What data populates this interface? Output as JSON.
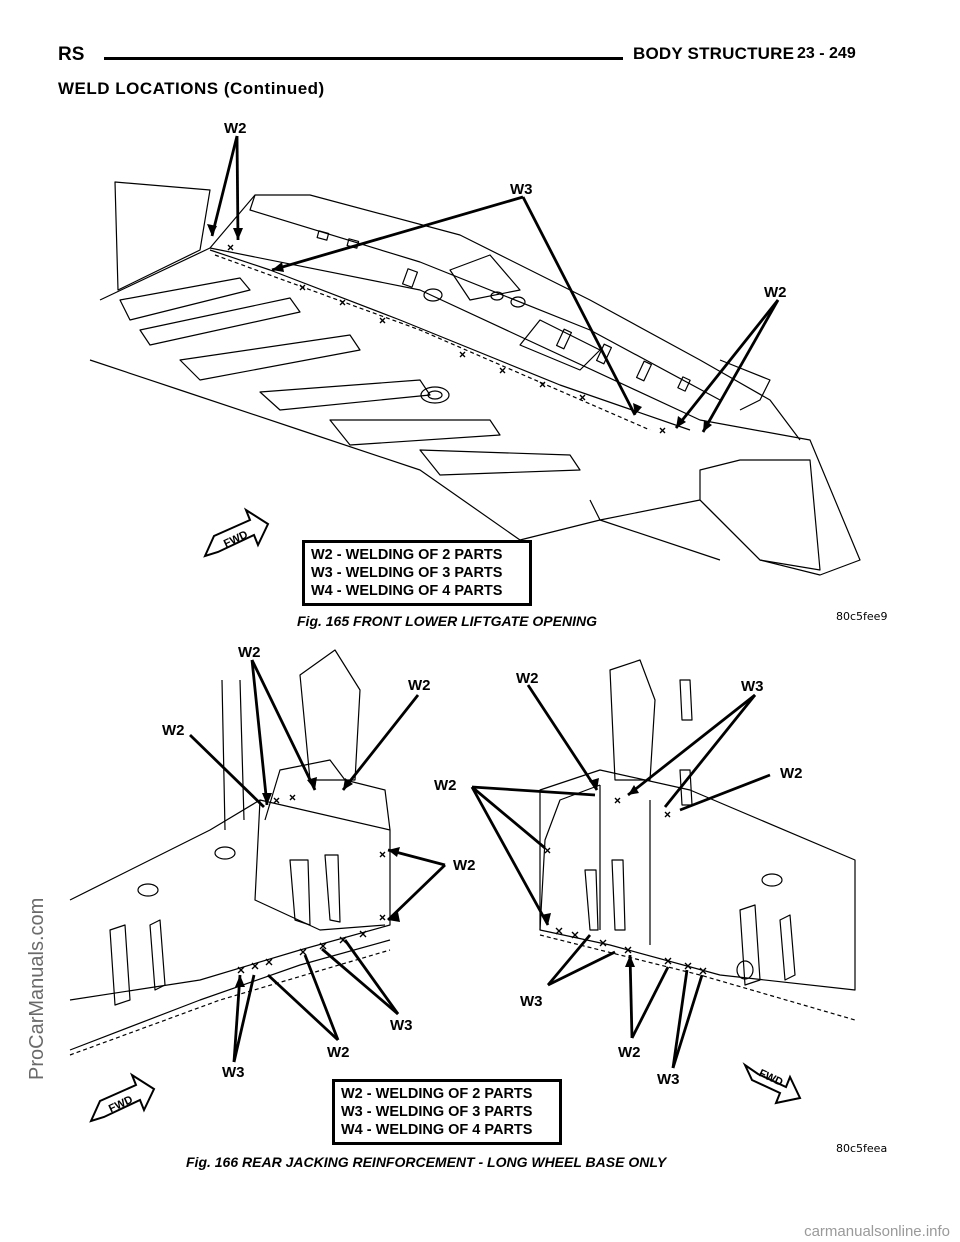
{
  "header": {
    "left": "RS",
    "title": "BODY STRUCTURE",
    "page": "23 - 249"
  },
  "section_title": "WELD LOCATIONS (Continued)",
  "sidebar_watermark": "ProCarManuals.com",
  "figures": [
    {
      "caption": "Fig. 165 FRONT LOWER LIFTGATE OPENING",
      "figure_id": "80c5fee9",
      "callouts": [
        "W2",
        "W3",
        "W2"
      ],
      "fwd_label": "FWD",
      "legend": [
        "W2 - WELDING OF 2 PARTS",
        "W3 - WELDING OF 3 PARTS",
        "W4 - WELDING OF 4 PARTS"
      ]
    },
    {
      "caption": "Fig. 166 REAR JACKING REINFORCEMENT - LONG WHEEL BASE ONLY",
      "figure_id": "80c5feea",
      "callouts": [
        "W2",
        "W2",
        "W2",
        "W2",
        "W3",
        "W2",
        "W3",
        "W2",
        "W3",
        "W2",
        "W2",
        "W3",
        "W2",
        "W3"
      ],
      "fwd_label": "FWD",
      "legend": [
        "W2 - WELDING OF 2 PARTS",
        "W3 - WELDING OF 3 PARTS",
        "W4 - WELDING OF 4 PARTS"
      ]
    }
  ],
  "footer": "carmanualsonline.info"
}
